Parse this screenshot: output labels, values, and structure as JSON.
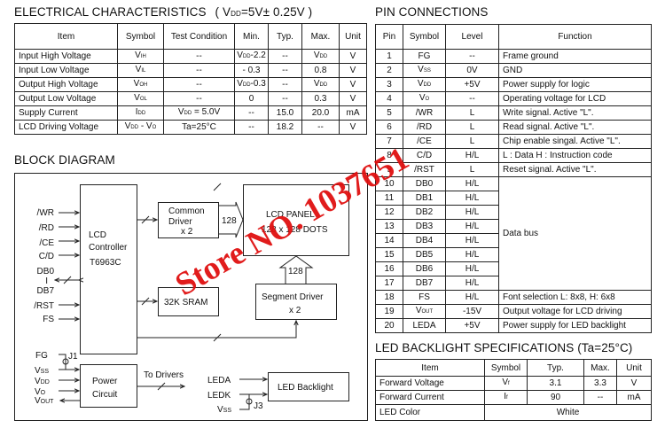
{
  "electrical": {
    "title": "ELECTRICAL CHARACTERISTICS",
    "condition": {
      "pre": "( V",
      "sub": "DD",
      "post": "=5V± 0.25V )"
    },
    "headers": [
      "Item",
      "Symbol",
      "Test Condition",
      "Min.",
      "Typ.",
      "Max.",
      "Unit"
    ],
    "rows": [
      [
        "Input  High Voltage",
        {
          "parts": [
            {
              "t": "V"
            },
            {
              "sub": "IH"
            }
          ]
        },
        "--",
        {
          "parts": [
            {
              "t": "V"
            },
            {
              "sub": "DD"
            },
            {
              "t": "-2.2"
            }
          ]
        },
        "--",
        {
          "parts": [
            {
              "t": "V"
            },
            {
              "sub": "DD"
            }
          ]
        },
        "V"
      ],
      [
        "Input  Low Voltage",
        {
          "parts": [
            {
              "t": "V"
            },
            {
              "sub": "IL"
            }
          ]
        },
        "--",
        "- 0.3",
        "--",
        "0.8",
        "V"
      ],
      [
        "Output High Voltage",
        {
          "parts": [
            {
              "t": "V"
            },
            {
              "sub": "OH"
            }
          ]
        },
        "--",
        {
          "parts": [
            {
              "t": "V"
            },
            {
              "sub": "DD"
            },
            {
              "t": "-0.3"
            }
          ]
        },
        "--",
        {
          "parts": [
            {
              "t": "V"
            },
            {
              "sub": "DD"
            }
          ]
        },
        "V"
      ],
      [
        "Output Low Voltage",
        {
          "parts": [
            {
              "t": "V"
            },
            {
              "sub": "OL"
            }
          ]
        },
        "--",
        "0",
        "--",
        "0.3",
        "V"
      ],
      [
        "Supply Current",
        {
          "parts": [
            {
              "t": "I"
            },
            {
              "sub": "DD"
            }
          ]
        },
        {
          "parts": [
            {
              "t": "V"
            },
            {
              "sub": "DD"
            },
            {
              "t": " = 5.0V"
            }
          ]
        },
        "--",
        "15.0",
        "20.0",
        "mA"
      ],
      [
        "LCD Driving Voltage",
        {
          "parts": [
            {
              "t": "V"
            },
            {
              "sub": "DD"
            },
            {
              "t": " - V"
            },
            {
              "sub": "O"
            }
          ]
        },
        "Ta=25°C",
        "--",
        "18.2",
        "--",
        "V"
      ]
    ]
  },
  "pins": {
    "title": "PIN CONNECTIONS",
    "headers": [
      "Pin",
      "Symbol",
      "Level",
      "Function"
    ],
    "rows": [
      [
        "1",
        "FG",
        "--",
        "Frame ground"
      ],
      [
        "2",
        {
          "parts": [
            {
              "t": "V"
            },
            {
              "sub": "SS"
            }
          ]
        },
        "0V",
        "GND"
      ],
      [
        "3",
        {
          "parts": [
            {
              "t": "V"
            },
            {
              "sub": "DD"
            }
          ]
        },
        "+5V",
        "Power supply for logic"
      ],
      [
        "4",
        {
          "parts": [
            {
              "t": "V"
            },
            {
              "sub": "O"
            }
          ]
        },
        "--",
        "Operating voltage for LCD"
      ],
      [
        "5",
        "/WR",
        "L",
        "Write signal. Active \"L\"."
      ],
      [
        "6",
        "/RD",
        "L",
        "Read signal. Active \"L\"."
      ],
      [
        "7",
        "/CE",
        "L",
        "Chip enable singal. Active \"L\"."
      ],
      [
        "8",
        "C/D",
        "H/L",
        "L : Data    H : Instruction code"
      ],
      [
        "9",
        "/RST",
        "L",
        "Reset signal. Active \"L\"."
      ],
      [
        "10",
        "DB0",
        "H/L",
        "Data bus"
      ],
      [
        "11",
        "DB1",
        "H/L"
      ],
      [
        "12",
        "DB2",
        "H/L"
      ],
      [
        "13",
        "DB3",
        "H/L"
      ],
      [
        "14",
        "DB4",
        "H/L"
      ],
      [
        "15",
        "DB5",
        "H/L"
      ],
      [
        "16",
        "DB6",
        "H/L"
      ],
      [
        "17",
        "DB7",
        "H/L"
      ],
      [
        "18",
        "FS",
        "H/L",
        "Font selection   L: 8x8, H: 6x8"
      ],
      [
        "19",
        {
          "parts": [
            {
              "t": "V"
            },
            {
              "sub": "OUT"
            }
          ]
        },
        "-15V",
        "Output voltage for LCD driving"
      ],
      [
        "20",
        "LEDA",
        "+5V",
        "Power supply for LED backlight"
      ]
    ]
  },
  "led": {
    "title": "LED BACKLIGHT SPECIFICATIONS (Ta=25°C)",
    "headers": [
      "Item",
      "Symbol",
      "Typ.",
      "Max.",
      "Unit"
    ],
    "rows": [
      [
        "Forward Voltage",
        {
          "parts": [
            {
              "t": "V"
            },
            {
              "sub": "f"
            }
          ]
        },
        "3.1",
        "3.3",
        "V"
      ],
      [
        "Forward Current",
        {
          "parts": [
            {
              "t": "I"
            },
            {
              "sub": "f"
            }
          ]
        },
        "90",
        "--",
        "mA"
      ]
    ],
    "color_label": "LED Color",
    "color_value": "White"
  },
  "block_diagram": {
    "title": "BLOCK DIAGRAM",
    "inputs": [
      "/WR",
      "/RD",
      "/CE",
      "C/D",
      "DB0",
      "I",
      "DB7",
      "/RST",
      "FS"
    ],
    "controller": [
      "LCD",
      "Controller",
      "T6963C"
    ],
    "common_driver": [
      "Common",
      "Driver",
      "x 2"
    ],
    "bus_width_common": "128",
    "lcd_panel": [
      "LCD  PANEL",
      "128 x 128 DOTS"
    ],
    "sram": "32K SRAM",
    "bus_width_segment": "128",
    "segment_driver": [
      "Segment Driver",
      "x 2"
    ],
    "power_pins": {
      "fg": "FG",
      "j1": "J1",
      "vss": "V",
      "vss_sub": "SS",
      "vdd": "V",
      "vdd_sub": "DD",
      "vo": "V",
      "vo_sub": "O",
      "vout": "V",
      "vout_sub": "OUT"
    },
    "power_circuit": [
      "Power",
      "Circuit"
    ],
    "to_drivers": "To Drivers",
    "led_pins": {
      "leda": "LEDA",
      "ledk": "LEDK",
      "vss": "V",
      "vss_sub": "SS",
      "j3": "J3"
    },
    "led_backlight": "LED Backlight"
  },
  "watermark": "Store NO. 1037651",
  "colors": {
    "watermark": "#e01010",
    "lines": "#222222"
  }
}
